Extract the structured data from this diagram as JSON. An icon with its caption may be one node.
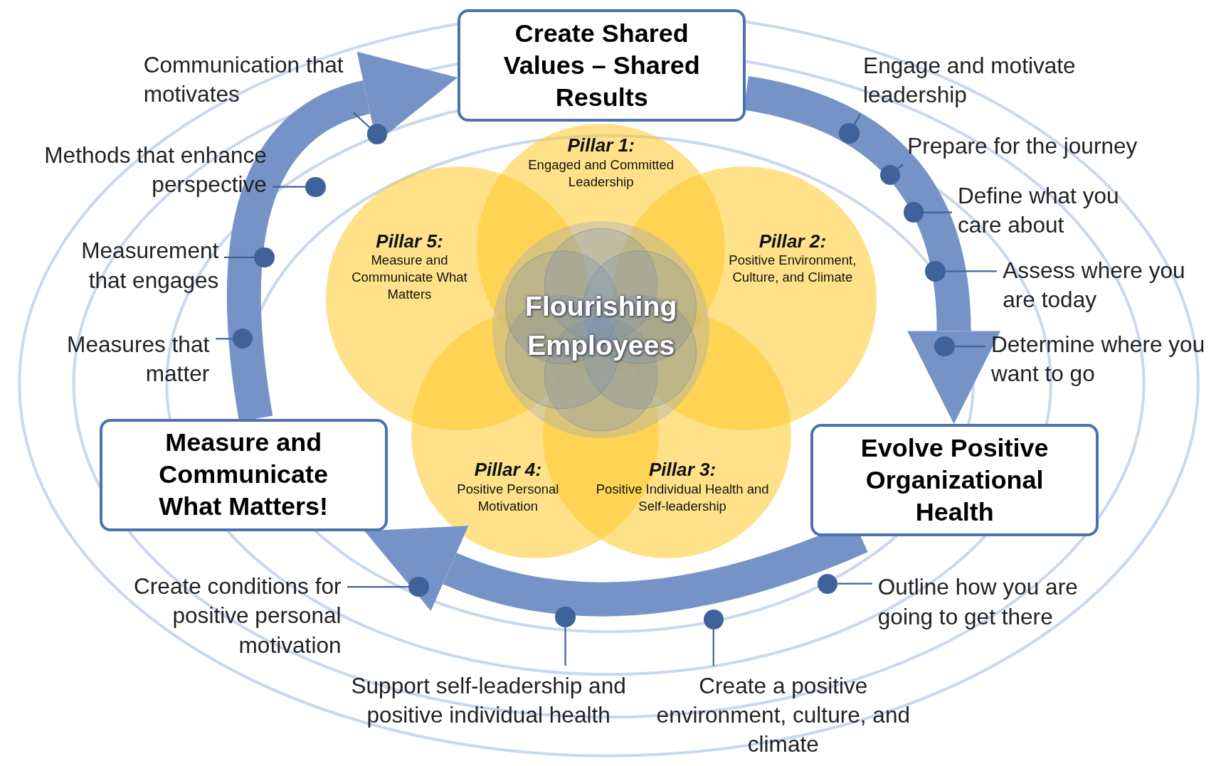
{
  "diagram": {
    "nodes": [
      {
        "text": [
          "Create Shared Values – Shared Results"
        ]
      },
      {
        "text": [
          "Evolve Positive Organizational Health"
        ]
      },
      {
        "text": [
          "Measure and Communicate What Matters!"
        ]
      },
      {
        "text": [
          "Pillar 1:",
          "Engaged and Committed Leadership"
        ]
      },
      {
        "text": [
          "Pillar 2:",
          "Positive Environment, Culture, and Climate"
        ]
      },
      {
        "text": [
          "Pillar 3:",
          "Positive Individual Health and Self-leadership"
        ]
      },
      {
        "text": [
          "Pillar 4:",
          "Positive Personal Motivation"
        ]
      },
      {
        "text": [
          "Pillar 5:",
          "Measure and Communicate What Matters"
        ]
      },
      {
        "text": [
          "Flourishing Employees"
        ]
      },
      {
        "text": [
          "Engage and motivate leadership"
        ]
      },
      {
        "text": [
          "Prepare for the journey"
        ]
      },
      {
        "text": [
          "Define what you care about"
        ]
      },
      {
        "text": [
          "Assess where you are today"
        ]
      },
      {
        "text": [
          "Determine where you want to go"
        ]
      },
      {
        "text": [
          "Outline how you are going to get there"
        ]
      },
      {
        "text": [
          "Create a positive environment, culture, and climate"
        ]
      },
      {
        "text": [
          "Support self-leadership and positive individual health"
        ]
      },
      {
        "text": [
          "Create conditions for positive personal motivation"
        ]
      },
      {
        "text": [
          "Measures that matter"
        ]
      },
      {
        "text": [
          "Measurement that engages"
        ]
      },
      {
        "text": [
          "Methods that enhance perspective"
        ]
      },
      {
        "text": [
          "Communication that motivates"
        ]
      },
      {
        "text": [],
        "shape": "circle"
      },
      {
        "text": [],
        "shape": "circle"
      },
      {
        "text": [],
        "shape": "circle"
      },
      {
        "text": [],
        "shape": "circle"
      },
      {
        "text": [],
        "shape": "circle"
      },
      {
        "text": [],
        "shape": "circle"
      },
      {
        "text": [],
        "shape": "circle"
      },
      {
        "text": [],
        "shape": "circle"
      },
      {
        "text": [],
        "shape": "circle"
      },
      {
        "text": [],
        "shape": "circle"
      },
      {
        "text": [],
        "shape": "circle"
      },
      {
        "text": [],
        "shape": "circle"
      },
      {
        "text": [],
        "shape": "circle"
      }
    ],
    "edges": [
      {
        "from": 0,
        "to": 1,
        "arrow": "to",
        "style": "thick",
        "color": "#7593c6"
      },
      {
        "from": 1,
        "to": 2,
        "arrow": "to",
        "style": "thick",
        "color": "#7593c6"
      },
      {
        "from": 2,
        "to": 0,
        "arrow": "to",
        "style": "thick",
        "color": "#7593c6"
      },
      {
        "from": 9,
        "to": 22,
        "arrow": "none"
      },
      {
        "from": 10,
        "to": 23,
        "arrow": "none"
      },
      {
        "from": 11,
        "to": 24,
        "arrow": "none"
      },
      {
        "from": 12,
        "to": 25,
        "arrow": "none"
      },
      {
        "from": 13,
        "to": 26,
        "arrow": "none"
      },
      {
        "from": 14,
        "to": 27,
        "arrow": "none"
      },
      {
        "from": 15,
        "to": 28,
        "arrow": "none"
      },
      {
        "from": 16,
        "to": 29,
        "arrow": "none"
      },
      {
        "from": 17,
        "to": 30,
        "arrow": "none"
      },
      {
        "from": 18,
        "to": 31,
        "arrow": "none"
      },
      {
        "from": 19,
        "to": 32,
        "arrow": "none"
      },
      {
        "from": 20,
        "to": 33,
        "arrow": "none"
      },
      {
        "from": 21,
        "to": 34,
        "arrow": "none"
      }
    ]
  }
}
